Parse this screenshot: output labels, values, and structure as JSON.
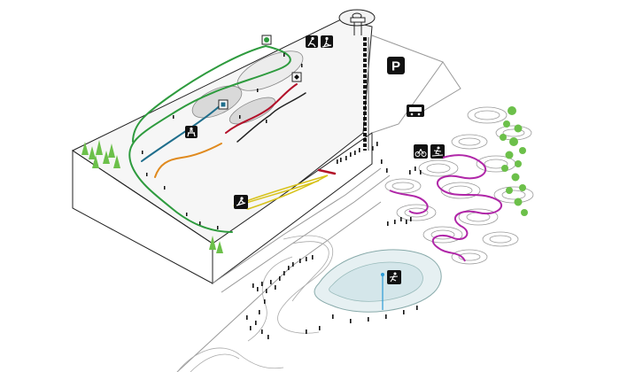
{
  "map": {
    "parking_label": "P",
    "activities": [
      {
        "id": "freestyle-park",
        "icon": "freestyle-skier-icon"
      },
      {
        "id": "lift-top-skiers",
        "icon": "skier-pair-icon"
      },
      {
        "id": "tubing",
        "icon": "snow-tubing-icon"
      },
      {
        "id": "sledding",
        "icon": "sled-icon"
      },
      {
        "id": "mountain-bike",
        "icon": "bicycle-icon"
      },
      {
        "id": "cross-country",
        "icon": "cross-country-skier-icon"
      },
      {
        "id": "ice-skating",
        "icon": "ice-skater-icon"
      },
      {
        "id": "bus",
        "icon": "bus-icon"
      }
    ],
    "trail_colors": {
      "green": "#2e9b3e",
      "blue": "#1f6e8c",
      "red": "#b3112a",
      "orange": "#e08a1e",
      "yellow": "#d7c21b",
      "purple": "#b027a8",
      "tree": "#6cc04a",
      "skate_rink": "#e6f0f2"
    }
  }
}
